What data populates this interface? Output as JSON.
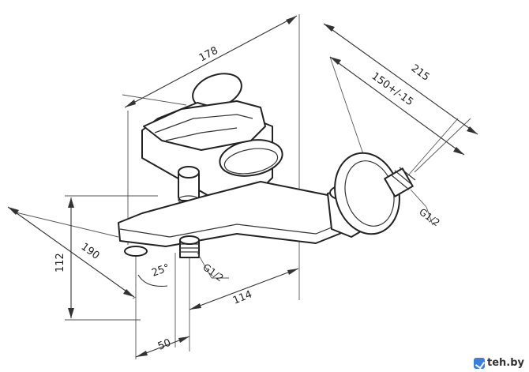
{
  "diagram": {
    "dimensions": {
      "total_length": "215",
      "body_length": "178",
      "center_distance": "150+/-15",
      "depth": "190",
      "height": "112",
      "spout_length": "114",
      "spout_offset": "50",
      "angle": "25°"
    },
    "threads": {
      "wall_connection": "G1/2",
      "bottom_outlet": "G1/2"
    }
  },
  "watermark": {
    "text": "teh.by",
    "icon": "check-logo-icon"
  }
}
